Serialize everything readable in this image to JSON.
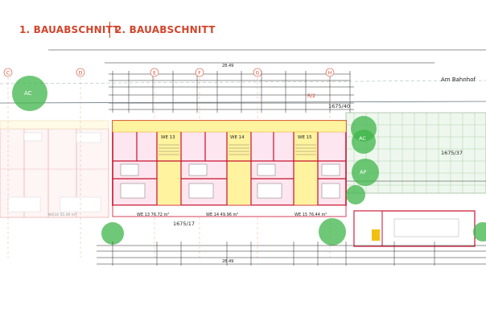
{
  "headings": {
    "section_1": "1. BAUABSCHNITT",
    "section_2": "2. BAUABSCHNITT"
  },
  "grid_markers": {
    "c": "C",
    "d": "D",
    "e": "E",
    "f": "F",
    "g": "G",
    "h": "H"
  },
  "labels": {
    "street": "Am Bahnhof",
    "parcel_top": "1675/40",
    "parcel_right": "1675/37",
    "parcel_bottom": "1675/17",
    "r2": "R/2",
    "unit_13": "WE 13",
    "unit_14": "WE 14",
    "unit_15": "WE 15",
    "unit_13_area": "WE 13 76.72 m²",
    "unit_14_area": "WE 14 49.96 m²",
    "unit_15_area": "WE 15 76.44 m²",
    "left_unit_area": "WE16 55.40 m²",
    "ac_left": "AC",
    "ac_right": "AC",
    "ap_right": "AP",
    "dim_top": "28.49",
    "dim_bottom": "28.49"
  },
  "colors": {
    "heading": "#d2452c",
    "wall": "#c8102e",
    "tree": "#3fb54a",
    "corridor": "#fff3a0",
    "dim_line": "#222222",
    "grid": "#8a9aa0"
  }
}
